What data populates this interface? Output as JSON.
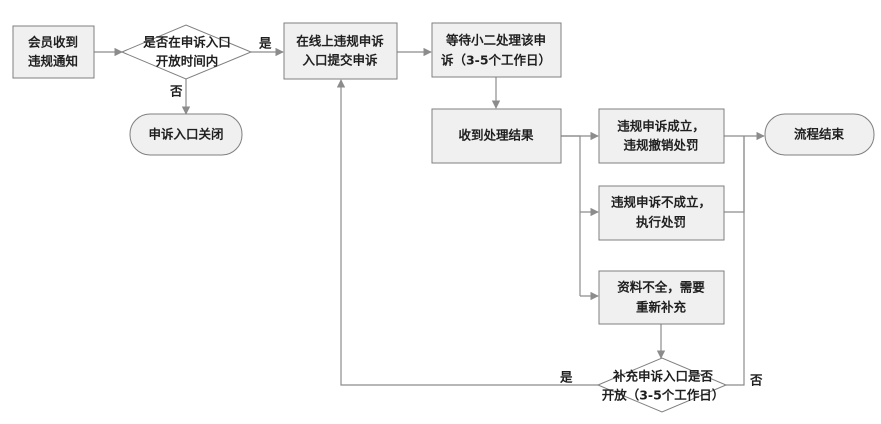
{
  "nodes": {
    "receive_violation": {
      "lines": [
        "会员收到",
        "违规通知"
      ]
    },
    "appeal_open_decision": {
      "lines": [
        "是否在申诉入口",
        "开放时间内"
      ]
    },
    "appeal_closed": {
      "lines": [
        "申诉入口关闭"
      ]
    },
    "submit_appeal": {
      "lines": [
        "在线上违规申诉",
        "入口提交申诉"
      ]
    },
    "wait_processing": {
      "lines": [
        "等待小二处理该申",
        "诉（3-5个工作日）"
      ]
    },
    "receive_result": {
      "lines": [
        "收到处理结果"
      ]
    },
    "appeal_upheld": {
      "lines": [
        "违规申诉成立，",
        "违规撤销处罚"
      ]
    },
    "appeal_rejected": {
      "lines": [
        "违规申诉不成立，",
        "执行处罚"
      ]
    },
    "incomplete_docs": {
      "lines": [
        "资料不全，需要",
        "重新补充"
      ]
    },
    "process_end": {
      "lines": [
        "流程结束"
      ]
    },
    "supplement_decision": {
      "lines": [
        "补充申诉入口是否",
        "开放（3-5个工作日）"
      ]
    }
  },
  "edge_labels": {
    "open_yes": "是",
    "open_no": "否",
    "supplement_yes": "是",
    "supplement_no": "否"
  }
}
